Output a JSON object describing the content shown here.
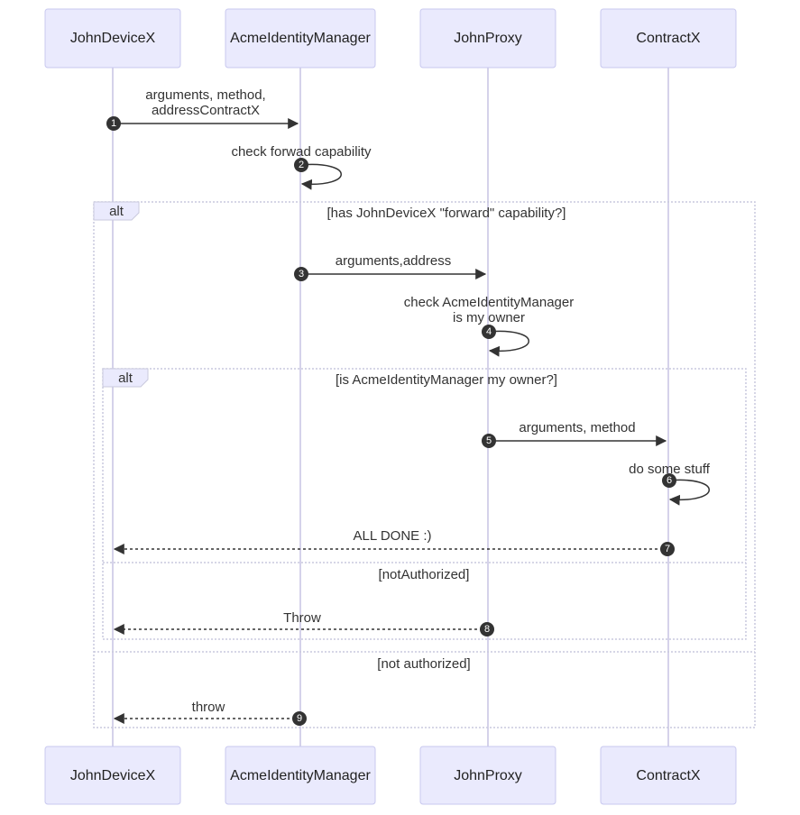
{
  "participants": [
    "JohnDeviceX",
    "AcmeIdentityManager",
    "JohnProxy",
    "ContractX"
  ],
  "frames": {
    "outer": {
      "label": "alt",
      "guard": "[has JohnDeviceX \"forward\" capability?]",
      "else_guard": "[not authorized]"
    },
    "inner": {
      "label": "alt",
      "guard": "[is AcmeIdentityManager my owner?]",
      "else_guard": "[notAuthorized]"
    }
  },
  "messages": [
    {
      "seq": "1",
      "from": "JohnDeviceX",
      "to": "AcmeIdentityManager",
      "lines": [
        "arguments, method,",
        "addressContractX"
      ],
      "style": "solid"
    },
    {
      "seq": "2",
      "from": "AcmeIdentityManager",
      "to": "AcmeIdentityManager",
      "lines": [
        "check forwad capability"
      ],
      "style": "solid"
    },
    {
      "seq": "3",
      "from": "AcmeIdentityManager",
      "to": "JohnProxy",
      "lines": [
        "arguments,address"
      ],
      "style": "solid"
    },
    {
      "seq": "4",
      "from": "JohnProxy",
      "to": "JohnProxy",
      "lines": [
        "check AcmeIdentityManager",
        "is my owner"
      ],
      "style": "solid"
    },
    {
      "seq": "5",
      "from": "JohnProxy",
      "to": "ContractX",
      "lines": [
        "arguments, method"
      ],
      "style": "solid"
    },
    {
      "seq": "6",
      "from": "ContractX",
      "to": "ContractX",
      "lines": [
        "do some stuff"
      ],
      "style": "solid"
    },
    {
      "seq": "7",
      "from": "ContractX",
      "to": "JohnDeviceX",
      "lines": [
        "ALL DONE :)"
      ],
      "style": "dashed"
    },
    {
      "seq": "8",
      "from": "JohnProxy",
      "to": "JohnDeviceX",
      "lines": [
        "Throw"
      ],
      "style": "dashed"
    },
    {
      "seq": "9",
      "from": "AcmeIdentityManager",
      "to": "JohnDeviceX",
      "lines": [
        "throw"
      ],
      "style": "dashed"
    }
  ],
  "colors": {
    "actor_fill": "#eaeafd",
    "actor_border": "#c8c8ef",
    "lifeline": "#c7c4e3",
    "message": "#333333",
    "frame": "#c9c9dd"
  }
}
